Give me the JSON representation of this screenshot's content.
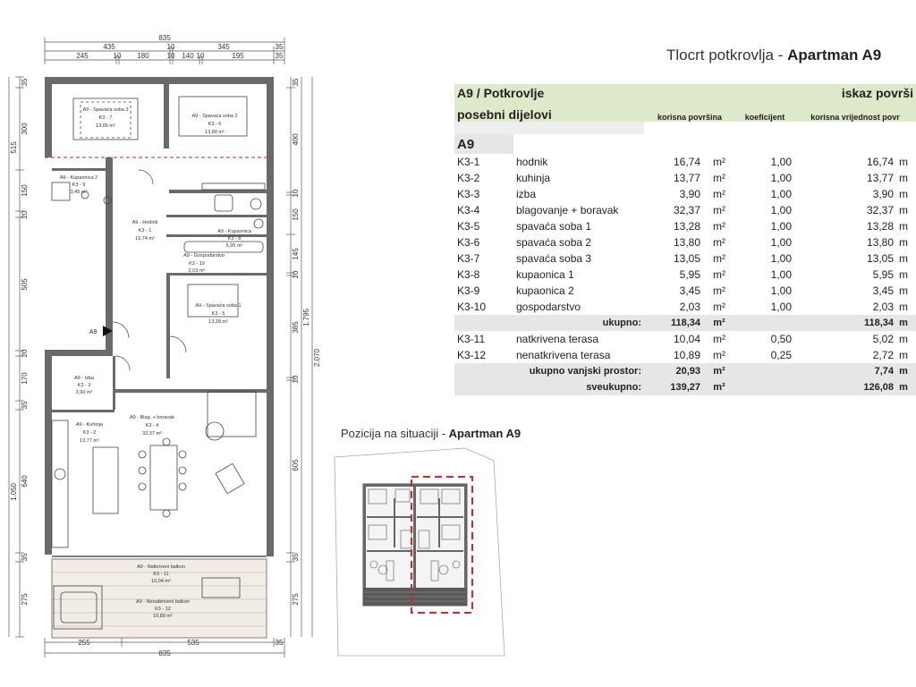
{
  "title": {
    "prefix": "Tlocrt potkrovlja - ",
    "name": "Apartman A9"
  },
  "plan": {
    "dims_top": {
      "total": "835",
      "row2": [
        "435",
        "10",
        "345",
        "35"
      ],
      "row3": [
        "245",
        "10",
        "180",
        "10",
        "140",
        "10",
        "195",
        "35"
      ]
    },
    "dims_bottom": {
      "row1": [
        "255",
        "535",
        "35"
      ],
      "total": "835"
    },
    "dims_left": {
      "row1": [
        "35",
        "300",
        "150",
        "20",
        "505",
        "20",
        "170",
        "35",
        "640",
        "35",
        "275"
      ],
      "group": [
        "515",
        "1.050"
      ]
    },
    "dims_right": {
      "row1": [
        "35",
        "400",
        "10",
        "150",
        "145",
        "10",
        "385",
        "10",
        "605",
        "35",
        "275"
      ],
      "group": [
        "1.795",
        "2.070"
      ]
    },
    "entrance": "A9",
    "rooms": [
      {
        "id": "spavaca3",
        "name": "A9 - Spavaća soba 3",
        "code": "K3 - 7",
        "area": "13,05 m²"
      },
      {
        "id": "spavaca2",
        "name": "A9 - Spavaća soba 2",
        "code": "K3 - 6",
        "area": "13,80 m²"
      },
      {
        "id": "kupaonica2",
        "name": "A9 - Kupaonica 2",
        "code": "K3 - 9",
        "area": "3,45 m²"
      },
      {
        "id": "hodnik",
        "name": "A9 - Hodnik",
        "code": "K3 - 1",
        "area": "16,74 m²"
      },
      {
        "id": "kupaonica1",
        "name": "A9 - Kupaonica",
        "code": "K3 - 8",
        "area": "5,95 m²"
      },
      {
        "id": "gospodarstvo",
        "name": "A9 - Gospodarstvo",
        "code": "K3 - 10",
        "area": "2,03 m²"
      },
      {
        "id": "spavaca1",
        "name": "A9 - Spavaća soba 1",
        "code": "K3 - 5",
        "area": "13,28 m²"
      },
      {
        "id": "izba",
        "name": "A9 - Izba",
        "code": "K3 - 3",
        "area": "3,90 m²"
      },
      {
        "id": "kuhinja",
        "name": "A9 - Kuhinja",
        "code": "K3 - 2",
        "area": "13,77 m²"
      },
      {
        "id": "blagovanje",
        "name": "A9 - Blag. + boravak",
        "code": "K3 - 4",
        "area": "32,37 m²"
      },
      {
        "id": "natkriveni",
        "name": "A9 - Natkriveni balkon",
        "code": "K3 - 11",
        "area": "10,04 m²"
      },
      {
        "id": "nenatkriveni",
        "name": "A9 - Nenatkriveni balkon",
        "code": "K3 - 12",
        "area": "10,89 m²"
      }
    ]
  },
  "table": {
    "header_left": "A9 / Potkrovlje",
    "header_right": "iskaz površi",
    "col_section": "posebni dijelovi",
    "col_korisna": "korisna površina",
    "col_koef": "koeficijent",
    "col_vrijednost": "korisna vrijednost povr",
    "section": "A9",
    "rows": [
      {
        "code": "K3-1",
        "name": "hodnik",
        "area": "16,74",
        "unit": "m²",
        "koef": "1,00",
        "value": "16,74",
        "u2": "m"
      },
      {
        "code": "K3-2",
        "name": "kuhinja",
        "area": "13,77",
        "unit": "m²",
        "koef": "1,00",
        "value": "13,77",
        "u2": "m"
      },
      {
        "code": "K3-3",
        "name": "izba",
        "area": "3,90",
        "unit": "m²",
        "koef": "1,00",
        "value": "3,90",
        "u2": "m"
      },
      {
        "code": "K3-4",
        "name": "blagovanje + boravak",
        "area": "32,37",
        "unit": "m²",
        "koef": "1,00",
        "value": "32,37",
        "u2": "m"
      },
      {
        "code": "K3-5",
        "name": "spavaća soba 1",
        "area": "13,28",
        "unit": "m²",
        "koef": "1,00",
        "value": "13,28",
        "u2": "m"
      },
      {
        "code": "K3-6",
        "name": "spavaća soba 2",
        "area": "13,80",
        "unit": "m²",
        "koef": "1,00",
        "value": "13,80",
        "u2": "m"
      },
      {
        "code": "K3-7",
        "name": "spavaća soba 3",
        "area": "13,05",
        "unit": "m²",
        "koef": "1,00",
        "value": "13,05",
        "u2": "m"
      },
      {
        "code": "K3-8",
        "name": "kupaonica 1",
        "area": "5,95",
        "unit": "m²",
        "koef": "1,00",
        "value": "5,95",
        "u2": "m"
      },
      {
        "code": "K3-9",
        "name": "kupaonica 2",
        "area": "3,45",
        "unit": "m²",
        "koef": "1,00",
        "value": "3,45",
        "u2": "m"
      },
      {
        "code": "K3-10",
        "name": "gospodarstvo",
        "area": "2,03",
        "unit": "m²",
        "koef": "1,00",
        "value": "2,03",
        "u2": "m"
      }
    ],
    "ukupno": {
      "label": "ukupno:",
      "area": "118,34",
      "unit": "m²",
      "value": "118,34",
      "u2": "m"
    },
    "outdoor_rows": [
      {
        "code": "K3-11",
        "name": "natkrivena terasa",
        "area": "10,04",
        "unit": "m²",
        "koef": "0,50",
        "value": "5,02",
        "u2": "m"
      },
      {
        "code": "K3-12",
        "name": "nenatkrivena terasa",
        "area": "10,89",
        "unit": "m²",
        "koef": "0,25",
        "value": "2,72",
        "u2": "m"
      }
    ],
    "vanjski": {
      "label": "ukupno vanjski prostor:",
      "area": "20,93",
      "unit": "m²",
      "value": "7,74",
      "u2": "m"
    },
    "sveukupno": {
      "label": "sveukupno:",
      "area": "139,27",
      "unit": "m²",
      "value": "126,08",
      "u2": "m"
    }
  },
  "position": {
    "prefix": "Pozicija na situaciji - ",
    "name": "Apartman A9"
  },
  "colors": {
    "header_bg": "#dde9c8",
    "total_bg": "#e6e6e6",
    "highlight": "#d9262c"
  }
}
